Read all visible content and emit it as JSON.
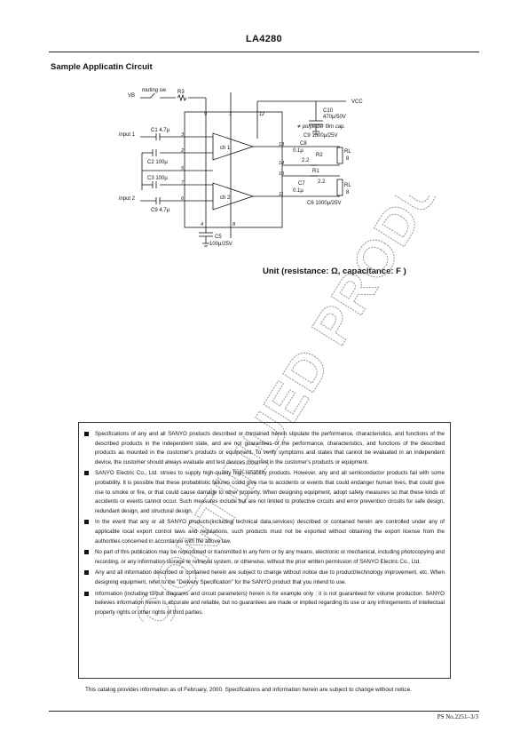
{
  "header": {
    "part_number": "LA4280"
  },
  "section": {
    "title": "Sample Applicatin Circuit"
  },
  "circuit": {
    "labels": {
      "vb": "VB",
      "muting_sw": "muting sw",
      "r3": "R3",
      "vcc": "VCC",
      "c10": "C10",
      "c10_value": "470μ/50V",
      "polyester_note": "∗ polyester film cap.",
      "c9_top": "C9  1000μ/25V",
      "c8": "C8",
      "c8_value": "0.1μ",
      "r2": "R2",
      "r2_value": "2.2",
      "rl1": "RL",
      "rl1_value": "8",
      "input1": "input 1",
      "input2": "input 2",
      "c1": "C1  4.7μ",
      "c2": "C2 100μ",
      "c3": "C3 100μ",
      "c9_bottom": "C9  4.7μ",
      "ch1": "ch 1",
      "ch2": "ch 2",
      "r1": "R1",
      "r1_value": "2.2",
      "c7": "C7",
      "c7_value": "0.1μ",
      "c6": "C6  1000μ/25V",
      "rl2": "RL",
      "rl2_value": "8",
      "c5": "C5",
      "c5_value": "100μ/25V",
      "pins": [
        "9",
        "1",
        "12",
        "3",
        "2",
        "5",
        "7",
        "6",
        "13",
        "14",
        "10",
        "11",
        "4",
        "8"
      ]
    }
  },
  "unit_note": "Unit (resistance: Ω, capacitance: F )",
  "stamp": {
    "text": "DISCONTINUED PRODUCT"
  },
  "notices": [
    "Specifications of any and all SANYO products described or contained herein stipulate the performance, characteristics, and functions of the described products in the independent state, and are not guarantees of the performance, characteristics, and functions of the described products as mounted in the customer's products or equipment. To verify symptoms and states that cannot be evaluated in an independent device, the customer should always evaluate and test devices mounted in the customer's products or equipment.",
    "SANYO Electric Co., Ltd. strives to supply high-quality high-reliability products. However, any and all semiconductor products fail with some probability. It is possible that these probabilistic failures could give rise to accidents or events that could endanger human lives, that could give rise to smoke or fire, or that could cause damage to other property. When designing equipment, adopt safety measures so that these kinds of accidents or events cannot occur. Such measures include but are not limited to protective circuits and error prevention circuits for safe design, redundant design, and structural design.",
    "In the event that any or all SANYO products(including technical data,services) described or contained herein are controlled under any of applicable local export control laws and regulations, such products must not be exported without obtaining the export license from the authorities concerned in accordance with the above law.",
    "No part of this publication may be reproduced or transmitted in any form or by any means, electronic or mechanical, including photocopying and recording, or any information storage or retrieval system, or otherwise, without the prior written permission of SANYO Electric Co., Ltd.",
    "Any and all information described or contained herein are subject to change without notice due to product/technology improvement, etc. When designing equipment, refer to the \"Delivery Specification\" for the SANYO product that you intend to use.",
    "Information (including circuit diagrams and circuit parameters) herein is for example only ; it is not guaranteed for volume production. SANYO believes information herein is accurate and reliable, but no guarantees are made or implied regarding its use or any infringements of intellectual property rights or other rights of third parties."
  ],
  "catalog_note": "This catalog provides information as of February, 2000. Specifications and information herein are subject to change without notice.",
  "footer": {
    "page_ref": "PS  No.2251–3/3"
  }
}
